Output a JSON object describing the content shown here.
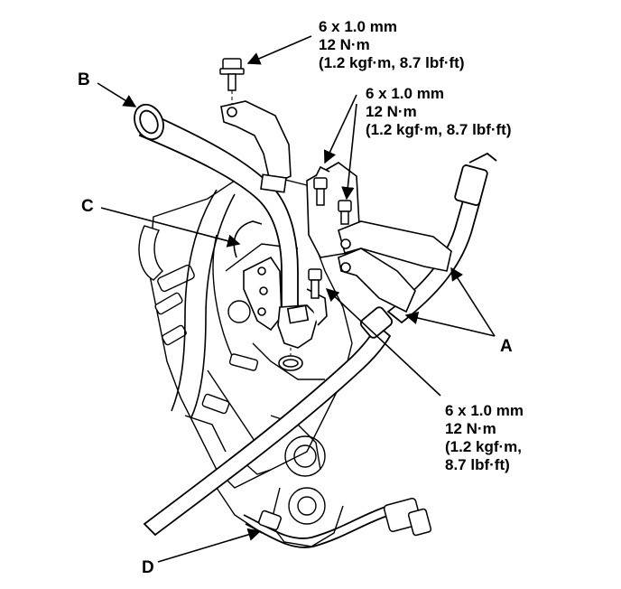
{
  "callouts": {
    "top": [
      "6 x 1.0 mm",
      "12 N·m",
      "(1.2 kgf·m, 8.7 lbf·ft)"
    ],
    "middle": [
      "6 x 1.0 mm",
      "12 N·m",
      "(1.2 kgf·m, 8.7 lbf·ft)"
    ],
    "lower": [
      "6 x 1.0 mm",
      "12 N·m",
      "(1.2 kgf·m,",
      "8.7 lbf·ft)"
    ]
  },
  "labels": {
    "a": "A",
    "b": "B",
    "c": "C",
    "d": "D"
  }
}
